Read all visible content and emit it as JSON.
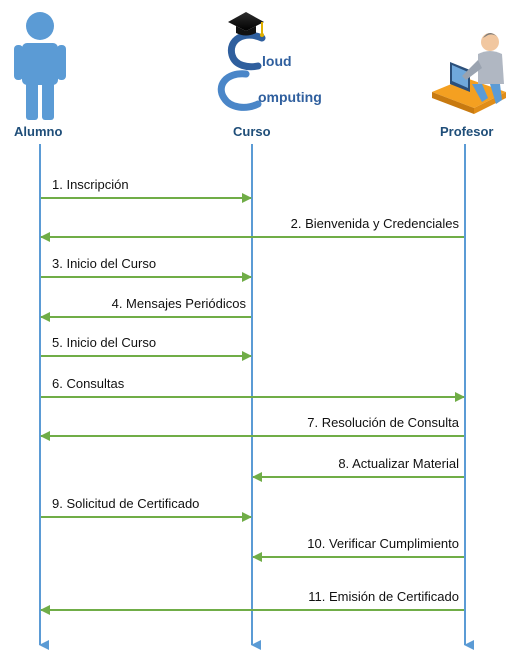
{
  "actors": [
    {
      "id": "alumno",
      "label": "Alumno",
      "icon": "student-person-icon"
    },
    {
      "id": "curso",
      "label": "Curso",
      "icon": "cloud-computing-logo-icon"
    },
    {
      "id": "profesor",
      "label": "Profesor",
      "icon": "teacher-at-computer-icon"
    }
  ],
  "logo": {
    "word1": "loud",
    "word2": "omputing"
  },
  "messages": [
    {
      "label": "1. Inscripción",
      "from": "alumno",
      "to": "curso"
    },
    {
      "label": "2. Bienvenida y Credenciales",
      "from": "profesor",
      "to": "alumno"
    },
    {
      "label": "3. Inicio del Curso",
      "from": "alumno",
      "to": "curso"
    },
    {
      "label": "4. Mensajes Periódicos",
      "from": "curso",
      "to": "alumno"
    },
    {
      "label": "5. Inicio del Curso",
      "from": "alumno",
      "to": "curso"
    },
    {
      "label": "6. Consultas",
      "from": "alumno",
      "to": "profesor"
    },
    {
      "label": "7. Resolución de Consulta",
      "from": "profesor",
      "to": "alumno"
    },
    {
      "label": "8. Actualizar Material",
      "from": "profesor",
      "to": "curso"
    },
    {
      "label": "9. Solicitud de Certificado",
      "from": "alumno",
      "to": "curso"
    },
    {
      "label": "10. Verificar Cumplimiento",
      "from": "profesor",
      "to": "curso"
    },
    {
      "label": "11. Emisión de Certificado",
      "from": "profesor",
      "to": "alumno"
    }
  ],
  "colors": {
    "lifeline": "#5b9bd5",
    "arrow": "#70ad47",
    "actor_text": "#1f4e79",
    "person": "#5b9bd5"
  }
}
